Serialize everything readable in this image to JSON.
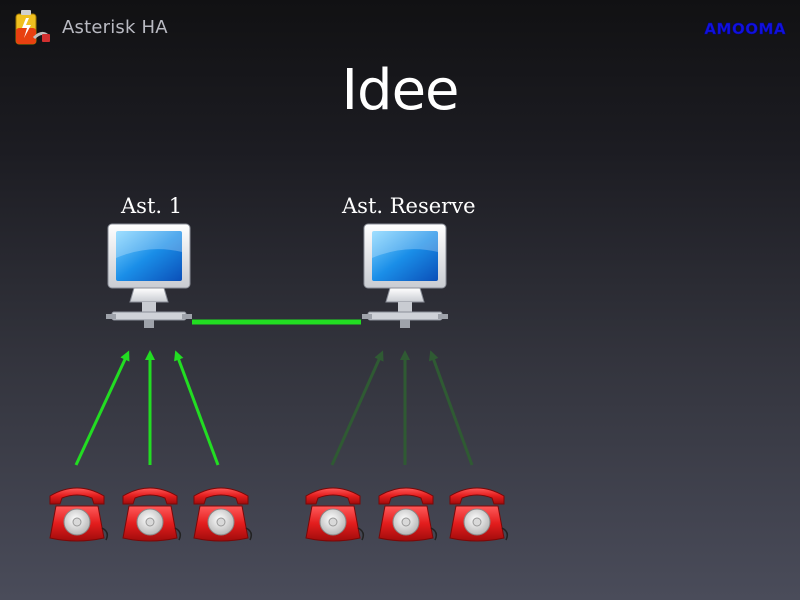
{
  "header": {
    "app_title": "Asterisk HA",
    "logo_text": "AMOOMA"
  },
  "slide": {
    "title": "Idee"
  },
  "nodes": {
    "primary": {
      "label": "Ast. 1"
    },
    "backup": {
      "label": "Ast. Reserve"
    }
  },
  "colors": {
    "active_link": "#22dd22",
    "inactive_link": "#2f5a33",
    "phone_red": "#e31d1d",
    "logo_blue": "#1212dd"
  },
  "icons": {
    "brand": "battery-plug-icon",
    "server": "computer-network-icon",
    "phone": "rotary-phone-icon"
  },
  "phones": {
    "primary_group": 3,
    "backup_group": 3
  }
}
